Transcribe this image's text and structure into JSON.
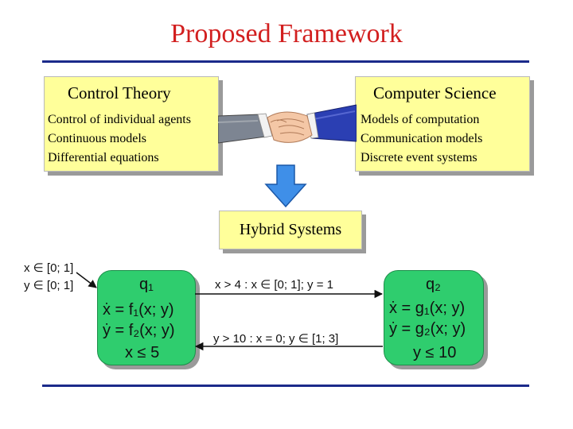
{
  "title": "Proposed Framework",
  "control_theory": {
    "heading": "Control Theory",
    "lines": [
      "Control of individual agents",
      "Continuous models",
      "Differential equations"
    ]
  },
  "computer_science": {
    "heading": "Computer Science",
    "lines": [
      "Models of computation",
      "Communication models",
      "Discrete event systems"
    ]
  },
  "hybrid": {
    "label": "Hybrid Systems"
  },
  "initial": {
    "line1": "x ∈ [0; 1]",
    "line2": "y ∈ [0; 1]"
  },
  "state_q1": {
    "name": "q₁",
    "eq1": "ẋ = f₁(x; y)",
    "eq2": "ẏ = f₂(x; y)",
    "invariant": "x ≤ 5"
  },
  "state_q2": {
    "name": "q₂",
    "eq1": "ẋ = g₁(x; y)",
    "eq2": "ẏ = g₂(x; y)",
    "invariant": "y ≤ 10"
  },
  "transition_top": {
    "label": "x > 4 : x ∈ [0; 1]; y = 1"
  },
  "transition_bottom": {
    "label": "y > 10 : x = 0; y ∈ [1; 3]"
  },
  "colors": {
    "title": "#d21f1f",
    "rule": "#1b2a8a",
    "panel_fill": "#ffff9a",
    "state_fill": "#2fcd6e",
    "arrow_fill": "#3f8fe8"
  },
  "icons": [
    "handshake-icon",
    "down-arrow-icon"
  ]
}
